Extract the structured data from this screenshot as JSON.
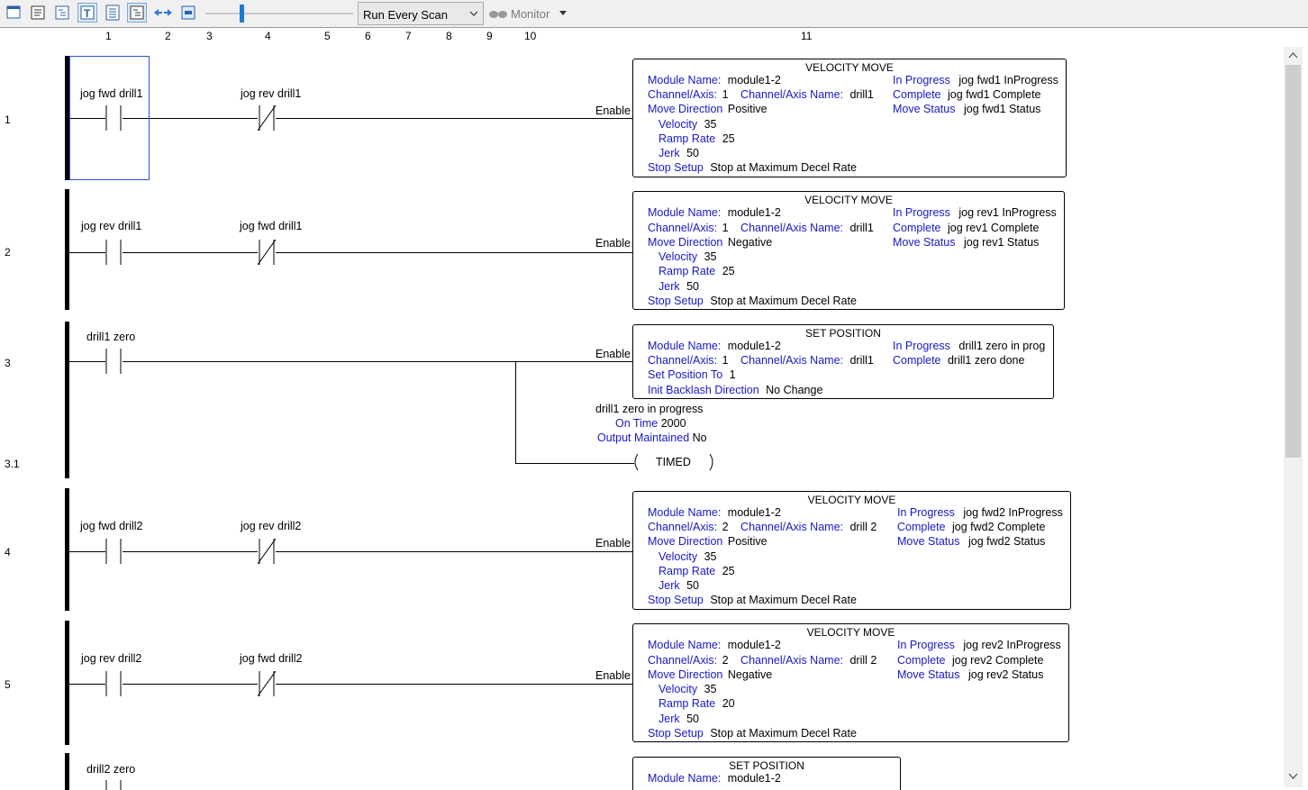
{
  "toolbar": {
    "buttons": [
      {
        "name": "view-window-icon",
        "pressed": false
      },
      {
        "name": "instruction-list-icon",
        "pressed": false
      },
      {
        "name": "tree-view-icon",
        "pressed": false
      },
      {
        "name": "text-mode-icon",
        "pressed": true
      },
      {
        "name": "document-list-icon",
        "pressed": false
      },
      {
        "name": "cross-reference-icon",
        "pressed": true
      },
      {
        "name": "swap-arrows-icon",
        "pressed": false
      },
      {
        "name": "print-icon",
        "pressed": false
      }
    ],
    "scan_mode": "Run Every Scan",
    "monitor_label": "Monitor"
  },
  "columns": [
    "1",
    "2",
    "3",
    "4",
    "5",
    "6",
    "7",
    "8",
    "9",
    "10",
    "11"
  ],
  "rungs": [
    {
      "number": "1",
      "contacts": [
        {
          "label": "jog fwd drill1",
          "type": "NO"
        },
        {
          "label": "jog rev drill1",
          "type": "NC"
        }
      ],
      "enable": "Enable",
      "block": {
        "title": "VELOCITY MOVE",
        "module_name_key": "Module Name:",
        "module_name": "module1-2",
        "channel_key": "Channel/Axis:",
        "channel": "1",
        "channel_name_key": "Channel/Axis Name:",
        "channel_name": "drill1",
        "direction_key": "Move Direction",
        "direction": "Positive",
        "velocity_key": "Velocity",
        "velocity": "35",
        "ramp_key": "Ramp Rate",
        "ramp": "25",
        "jerk_key": "Jerk",
        "jerk": "50",
        "stop_key": "Stop Setup",
        "stop": "Stop at Maximum Decel Rate",
        "in_progress_key": "In Progress",
        "in_progress": "jog fwd1 InProgress",
        "complete_key": "Complete",
        "complete": "jog fwd1 Complete",
        "status_key": "Move Status",
        "status": "jog fwd1 Status"
      }
    },
    {
      "number": "2",
      "contacts": [
        {
          "label": "jog rev drill1",
          "type": "NO"
        },
        {
          "label": "jog fwd drill1",
          "type": "NC"
        }
      ],
      "enable": "Enable",
      "block": {
        "title": "VELOCITY MOVE",
        "module_name_key": "Module Name:",
        "module_name": "module1-2",
        "channel_key": "Channel/Axis:",
        "channel": "1",
        "channel_name_key": "Channel/Axis Name:",
        "channel_name": "drill1",
        "direction_key": "Move Direction",
        "direction": "Negative",
        "velocity_key": "Velocity",
        "velocity": "35",
        "ramp_key": "Ramp Rate",
        "ramp": "25",
        "jerk_key": "Jerk",
        "jerk": "50",
        "stop_key": "Stop Setup",
        "stop": "Stop at Maximum Decel Rate",
        "in_progress_key": "In Progress",
        "in_progress": "jog rev1 InProgress",
        "complete_key": "Complete",
        "complete": "jog rev1 Complete",
        "status_key": "Move Status",
        "status": "jog rev1 Status"
      }
    },
    {
      "number": "3",
      "sub_number": "3.1",
      "contacts": [
        {
          "label": "drill1 zero",
          "type": "NO"
        }
      ],
      "enable": "Enable",
      "block": {
        "title": "SET POSITION",
        "module_name_key": "Module Name:",
        "module_name": "module1-2",
        "channel_key": "Channel/Axis:",
        "channel": "1",
        "channel_name_key": "Channel/Axis Name:",
        "channel_name": "drill1",
        "set_pos_key": "Set Position To",
        "set_pos": "1",
        "backlash_key": "Init Backlash Direction",
        "backlash": "No Change",
        "in_progress_key": "In Progress",
        "in_progress": "drill1 zero in prog",
        "complete_key": "Complete",
        "complete": "drill1 zero done"
      },
      "timer": {
        "tag": "drill1 zero in progress",
        "on_time_key": "On Time",
        "on_time": "2000",
        "maintained_key": "Output Maintained",
        "maintained": "No",
        "coil_label": "TIMED"
      }
    },
    {
      "number": "4",
      "contacts": [
        {
          "label": "jog fwd drill2",
          "type": "NO"
        },
        {
          "label": "jog rev drill2",
          "type": "NC"
        }
      ],
      "enable": "Enable",
      "block": {
        "title": "VELOCITY MOVE",
        "module_name_key": "Module Name:",
        "module_name": "module1-2",
        "channel_key": "Channel/Axis:",
        "channel": "2",
        "channel_name_key": "Channel/Axis Name:",
        "channel_name": "drill 2",
        "direction_key": "Move Direction",
        "direction": "Positive",
        "velocity_key": "Velocity",
        "velocity": "35",
        "ramp_key": "Ramp Rate",
        "ramp": "25",
        "jerk_key": "Jerk",
        "jerk": "50",
        "stop_key": "Stop Setup",
        "stop": "Stop at Maximum Decel Rate",
        "in_progress_key": "In Progress",
        "in_progress": "jog fwd2 InProgress",
        "complete_key": "Complete",
        "complete": "jog fwd2 Complete",
        "status_key": "Move Status",
        "status": "jog fwd2 Status"
      }
    },
    {
      "number": "5",
      "contacts": [
        {
          "label": "jog rev drill2",
          "type": "NO"
        },
        {
          "label": "jog fwd drill2",
          "type": "NC"
        }
      ],
      "enable": "Enable",
      "block": {
        "title": "VELOCITY MOVE",
        "module_name_key": "Module Name:",
        "module_name": "module1-2",
        "channel_key": "Channel/Axis:",
        "channel": "2",
        "channel_name_key": "Channel/Axis Name:",
        "channel_name": "drill 2",
        "direction_key": "Move Direction",
        "direction": "Negative",
        "velocity_key": "Velocity",
        "velocity": "35",
        "ramp_key": "Ramp Rate",
        "ramp": "20",
        "jerk_key": "Jerk",
        "jerk": "50",
        "stop_key": "Stop Setup",
        "stop": "Stop at Maximum Decel Rate",
        "in_progress_key": "In Progress",
        "in_progress": "jog rev2 InProgress",
        "complete_key": "Complete",
        "complete": "jog rev2 Complete",
        "status_key": "Move Status",
        "status": "jog rev2 Status"
      }
    },
    {
      "number": "",
      "contacts": [
        {
          "label": "drill2 zero",
          "type": "NO"
        }
      ],
      "block": {
        "title": "SET POSITION",
        "module_name_key": "Module Name:",
        "module_name": "module1-2"
      }
    }
  ]
}
